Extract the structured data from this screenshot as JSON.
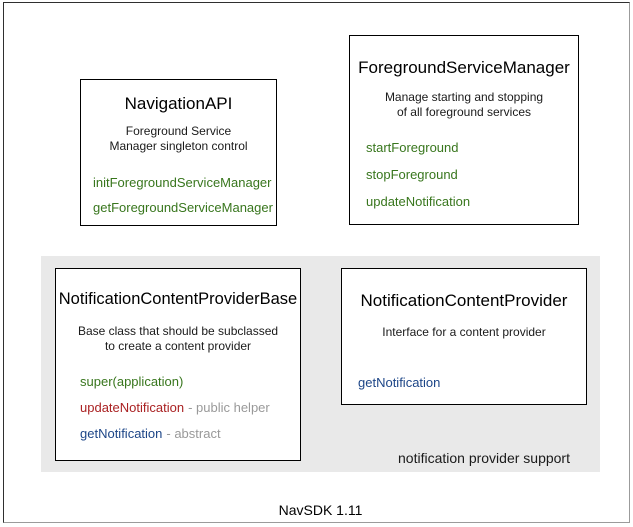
{
  "diagram": {
    "caption": "NavSDK 1.11",
    "colors": {
      "method_green": "#38761d",
      "method_red": "#aa2223",
      "method_blue": "#1c4587",
      "suffix_gray": "#999999",
      "panel_bg": "#e9e9e9"
    },
    "panel": {
      "caption": "notification provider support"
    },
    "boxes": {
      "navigation_api": {
        "title": "NavigationAPI",
        "description_line1": "Foreground Service",
        "description_line2": "Manager singleton control",
        "methods": [
          {
            "name": "initForegroundServiceManager",
            "suffix": ""
          },
          {
            "name": "getForegroundServiceManager",
            "suffix": ""
          }
        ]
      },
      "foreground_service_manager": {
        "title": "ForegroundServiceManager",
        "description_line1": "Manage starting and stopping",
        "description_line2": "of all foreground services",
        "methods": [
          {
            "name": "startForeground",
            "suffix": ""
          },
          {
            "name": "stopForeground",
            "suffix": ""
          },
          {
            "name": "updateNotification",
            "suffix": ""
          }
        ]
      },
      "notification_content_provider_base": {
        "title": "NotificationContentProviderBase",
        "description_line1": "Base class that should be subclassed",
        "description_line2": "to create a content provider",
        "methods": [
          {
            "name": "super(application)",
            "suffix": ""
          },
          {
            "name": "updateNotification",
            "suffix": "- public helper"
          },
          {
            "name": "getNotification",
            "suffix": "- abstract"
          }
        ]
      },
      "notification_content_provider": {
        "title": "NotificationContentProvider",
        "description_line1": "Interface for a content provider",
        "methods": [
          {
            "name": "getNotification",
            "suffix": ""
          }
        ]
      }
    }
  }
}
